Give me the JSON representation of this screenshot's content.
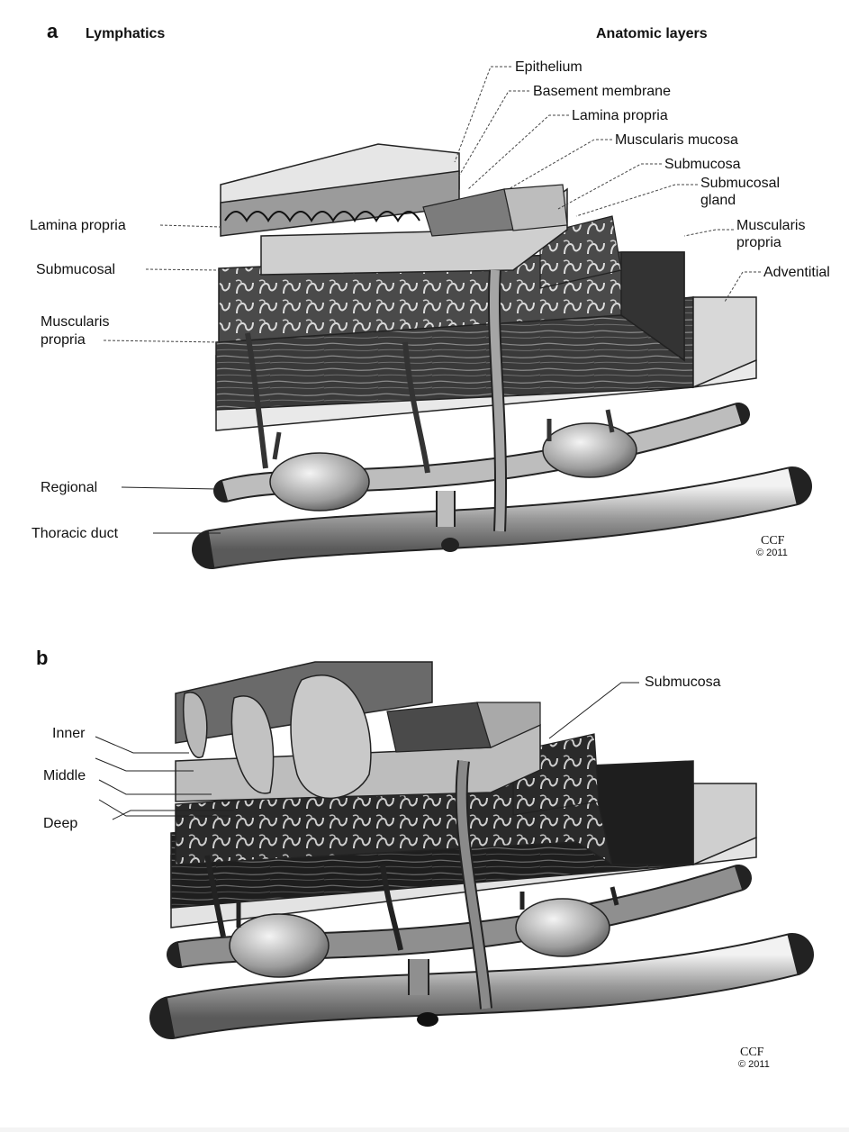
{
  "panel_a": {
    "letter": "a",
    "left_heading": "Lymphatics",
    "right_heading": "Anatomic layers",
    "right_labels": {
      "epithelium": "Epithelium",
      "basement_membrane": "Basement membrane",
      "lamina_propria": "Lamina propria",
      "muscularis_mucosa": "Muscularis mucosa",
      "submucosa": "Submucosa",
      "submucosal_gland_1": "Submucosal",
      "submucosal_gland_2": "gland",
      "muscularis_propria_1": "Muscularis",
      "muscularis_propria_2": "propria",
      "adventitia": "Adventitial"
    },
    "left_labels": {
      "lamina_propria": "Lamina propria",
      "submucosal": "Submucosal",
      "muscularis_propria_1": "Muscularis",
      "muscularis_propria_2": "propria",
      "regional": "Regional",
      "thoracic_duct": "Thoracic duct"
    },
    "credit": "CCF",
    "year": "© 2011"
  },
  "panel_b": {
    "letter": "b",
    "left_labels": {
      "inner": "Inner",
      "middle": "Middle",
      "deep": "Deep"
    },
    "right_labels": {
      "submucosa": "Submucosa"
    },
    "credit": "CCF",
    "year": "© 2011"
  }
}
